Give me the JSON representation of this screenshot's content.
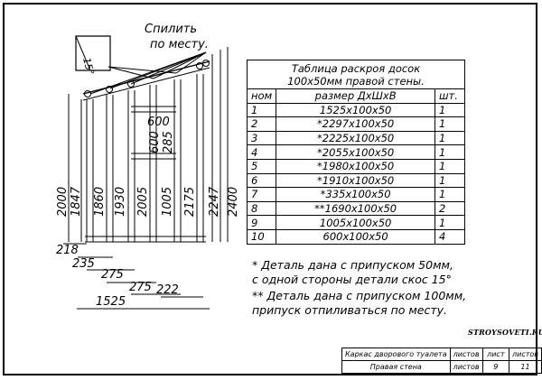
{
  "drawing": {
    "cut_note": {
      "line1": "Спилить",
      "line2": "по месту."
    },
    "angle_label": "15°",
    "dim_widths": [
      "600",
      "218",
      "235",
      "275",
      "275",
      "222",
      "1525"
    ],
    "dim_heights": [
      "2000",
      "1847",
      "1860",
      "1930",
      "2005",
      "1005",
      "2175",
      "2247",
      "2400"
    ],
    "dim_inner": [
      "600",
      "285"
    ]
  },
  "table": {
    "title_line1": "Таблица раскроя досок",
    "title_line2": "100x50мм правой стены.",
    "headers": {
      "num": "ном",
      "size": "размер ДхШхВ",
      "qty": "шт."
    },
    "rows": [
      {
        "num": "1",
        "size": "1525x100x50",
        "qty": "1"
      },
      {
        "num": "2",
        "size": "*2297x100x50",
        "qty": "1"
      },
      {
        "num": "3",
        "size": "*2225x100x50",
        "qty": "1"
      },
      {
        "num": "4",
        "size": "*2055x100x50",
        "qty": "1"
      },
      {
        "num": "5",
        "size": "*1980x100x50",
        "qty": "1"
      },
      {
        "num": "6",
        "size": "*1910x100x50",
        "qty": "1"
      },
      {
        "num": "7",
        "size": "*335x100x50",
        "qty": "1"
      },
      {
        "num": "8",
        "size": "**1690x100x50",
        "qty": "2"
      },
      {
        "num": "9",
        "size": "1005x100x50",
        "qty": "1"
      },
      {
        "num": "10",
        "size": "600x100x50",
        "qty": "4"
      }
    ]
  },
  "notes": {
    "note1_line1": "* Деталь дана с припуском 50мм,",
    "note1_line2": "с одной стороны детали скос 15°",
    "note2_line1": "** Деталь дана с припуском 100мм,",
    "note2_line2": "припуск отпиливаться по месту."
  },
  "watermark": "STROYSOVETI.RU",
  "stamp": {
    "row1_name": "Каркас дворового туалета",
    "row1_c1": "листов",
    "row1_c2": "лист",
    "row1_c3": "листов",
    "row2_name": "Правая стена",
    "row2_c1": "листов",
    "row2_c2": "9",
    "row2_c3": "11"
  }
}
